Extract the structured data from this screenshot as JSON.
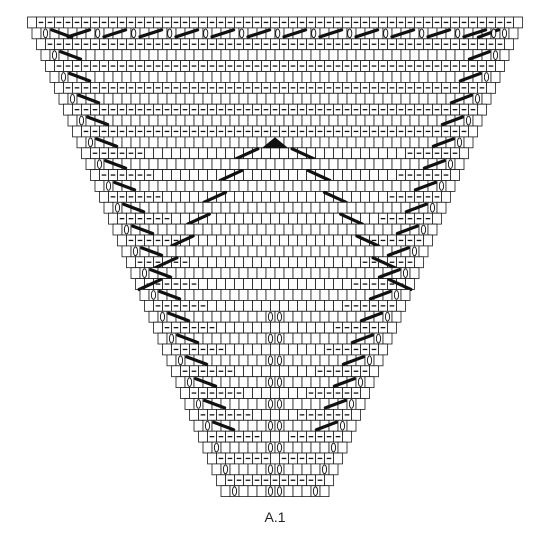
{
  "diagram": {
    "label": "A.1",
    "type": "knitting-chart",
    "shape": "inverted-triangle",
    "symbols": [
      "knit-square",
      "purl-dash",
      "yarn-over-oval",
      "decrease-stroke",
      "double-decrease-triangle"
    ],
    "colors": {
      "ink": "#111111",
      "grid": "#1a1a1a",
      "background": "#ffffff"
    }
  }
}
